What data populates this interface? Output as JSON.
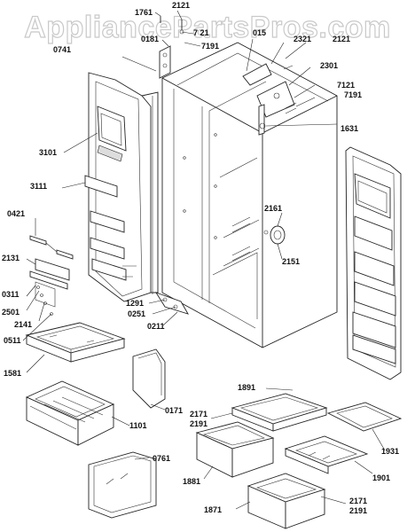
{
  "watermark": "AppliancePartsPros.com",
  "part_labels": {
    "p1761": "1761",
    "p2121a": "2121",
    "p0181": "0181",
    "p7121a": "7 21",
    "p7191a": "7191",
    "p015": "015",
    "p2321": "2321",
    "p2121b": "2121",
    "p0741": "0741",
    "p2301": "2301",
    "p7121b": "7121",
    "p7191b": "7191",
    "p1631": "1631",
    "p3101": "3101",
    "p3111": "3111",
    "p0421": "0421",
    "p2161": "2161",
    "p2131": "2131",
    "p2151": "2151",
    "p0311": "0311",
    "p2501": "2501",
    "p2141": "2141",
    "p1291": "1291",
    "p0251": "0251",
    "p0511": "0511",
    "p0211": "0211",
    "p1581": "1581",
    "p1891": "1891",
    "p1101": "1101",
    "p0171": "0171",
    "p2171a": "2171",
    "p2191a": "2191",
    "p1931": "1931",
    "p0761": "0761",
    "p1881": "1881",
    "p1901": "1901",
    "p1871": "1871",
    "p2171b": "2171",
    "p2191b": "2191"
  }
}
